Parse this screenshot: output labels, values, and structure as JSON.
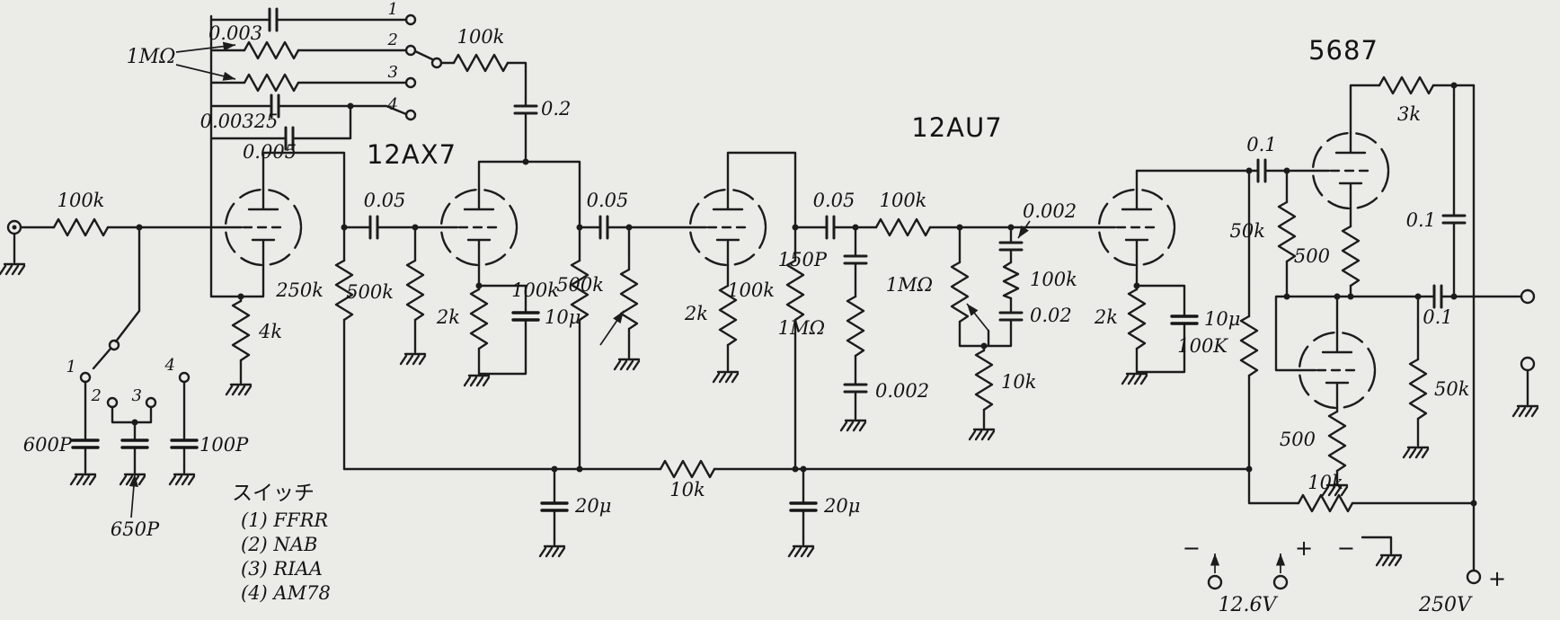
{
  "tubes": {
    "v12ax7": "12AX7",
    "v12au7": "12AU7",
    "v5687": "5687"
  },
  "eq_network": {
    "cap_a": "0.003",
    "res_pair": "1MΩ",
    "cap_b": "0.00325",
    "cap_c": "0.005",
    "contacts": [
      "1",
      "2",
      "3",
      "4"
    ],
    "series_res": "100k",
    "feedback_cap": "0.2"
  },
  "input": {
    "grid_res": "100k"
  },
  "stage1": {
    "cathode_res": "4k",
    "plate_res": "250k",
    "coupling_cap": "0.05"
  },
  "stage2": {
    "grid_res": "500k",
    "cathode_res": "2k",
    "bypass_cap": "10μ",
    "plate_res": "100k",
    "coupling_cap": "0.05"
  },
  "volume": {
    "pot": "500k"
  },
  "stage3": {
    "cathode_res": "2k",
    "plate_res": "100k",
    "coupling_cap": "0.05"
  },
  "tone": {
    "series_res": "100k",
    "cap_150p": "150P",
    "treble_pot": "1MΩ",
    "treble_cap_top": "0.002",
    "mid_res": "100k",
    "bass_cap": "0.02",
    "shunt_pot": "1MΩ",
    "shunt_cap": "0.002",
    "shunt_res": "10k"
  },
  "stage4": {
    "cathode_res": "2k",
    "bypass_cap": "10μ",
    "plate_res": "100K",
    "coupling_cap": "0.1"
  },
  "output_stage": {
    "plate_res": "3k",
    "grid_res": "50k",
    "upper_cathode_res": "500",
    "top_cap": "0.1",
    "output_cap": "0.1",
    "lower_cathode_res": "500",
    "load_res": "50k",
    "feed_res": "10k"
  },
  "supply": {
    "rail_res": "10k",
    "decoupling_cap_1": "20μ",
    "decoupling_cap_2": "20μ",
    "heater_minus": "−",
    "heater_plus": "+",
    "heater_voltage": "12.6V",
    "bias_minus": "−",
    "plate_voltage": "250V",
    "plate_plus": "+"
  },
  "input_selector": {
    "contacts": [
      "1",
      "2",
      "3",
      "4"
    ],
    "cap_left": "600P",
    "cap_right": "100P",
    "cap_center": "650P"
  },
  "legend": {
    "title": "スイッチ",
    "items": [
      "(1) FFRR",
      "(2) NAB",
      "(3) RIAA",
      "(4) AM78"
    ]
  }
}
